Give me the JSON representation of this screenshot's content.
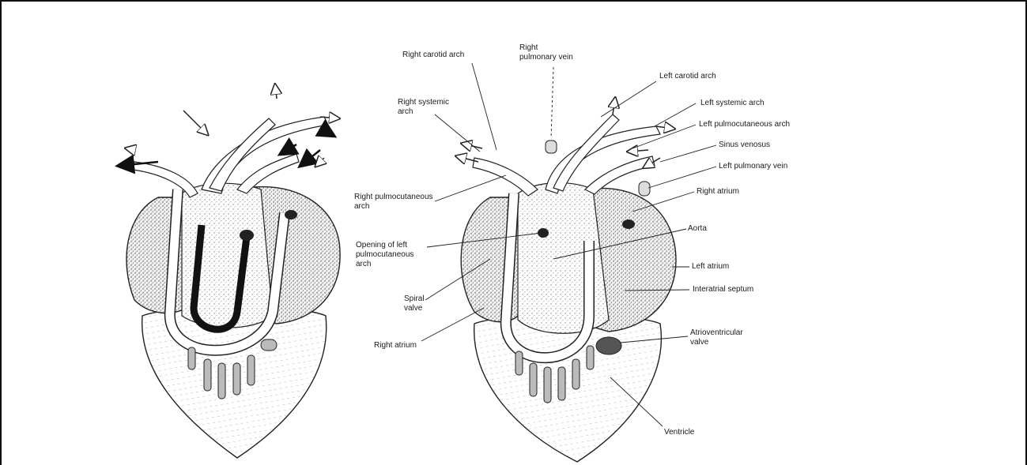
{
  "labels": {
    "right_carotid_arch": "Right carotid arch",
    "right_pulmonary_vein": [
      "Right",
      "pulmonary vein"
    ],
    "left_carotid_arch": "Left carotid arch",
    "right_systemic_arch": [
      "Right systemic",
      "arch"
    ],
    "left_systemic_arch": "Left systemic arch",
    "left_pulmocutaneous_arch": "Left pulmocutaneous arch",
    "sinus_venosus": "Sinus venosus",
    "left_pulmonary_vein": "Left pulmonary vein",
    "right_pulmocutaneous_arch": [
      "Right pulmocutaneous",
      "arch"
    ],
    "right_atrium_top": "Right atrium",
    "aorta": "Aorta",
    "opening_left_pulmocutaneous_arch": [
      "Opening of left",
      "pulmocutaneous",
      "arch"
    ],
    "left_atrium": "Left atrium",
    "interatrial_septum": "Interatrial septum",
    "spiral_valve": [
      "Spiral",
      "valve"
    ],
    "right_atrium_bottom": "Right atrium",
    "atrioventricular_valve": [
      "Atrioventricular",
      "valve"
    ],
    "ventricle": "Ventricle"
  }
}
